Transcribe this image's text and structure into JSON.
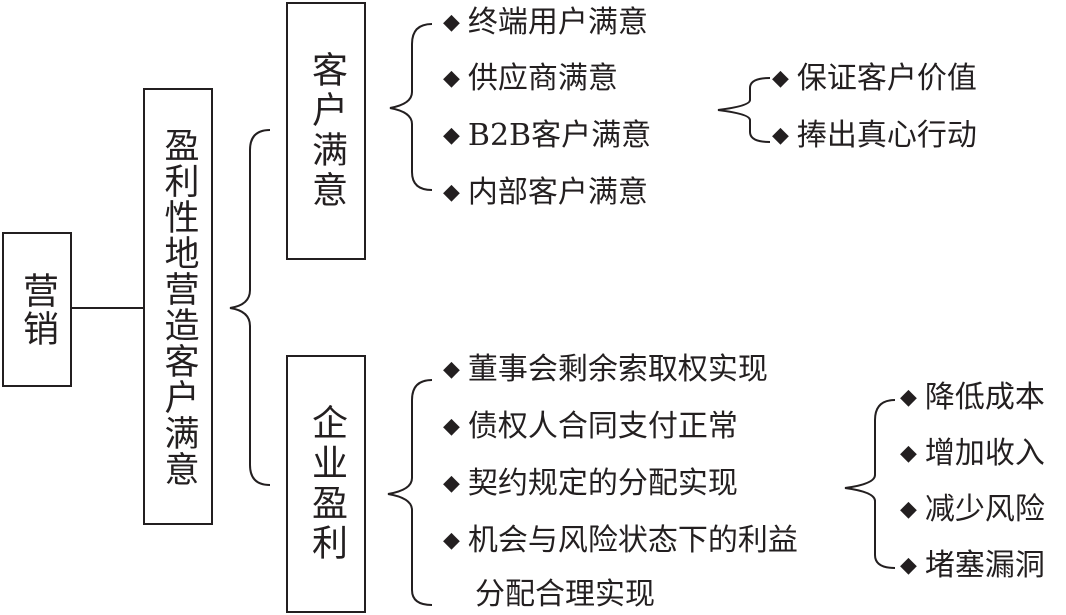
{
  "root": {
    "label": "营销"
  },
  "middle": {
    "label": "盈利性地营造客户满意"
  },
  "branches": [
    {
      "label": "客户满意",
      "items": [
        "终端用户满意",
        "供应商满意",
        "B2B客户满意",
        "内部客户满意"
      ],
      "sub_items": [
        "保证客户价值",
        "捧出真心行动"
      ]
    },
    {
      "label": "企业盈利",
      "items": [
        "董事会剩余索取权实现",
        "债权人合同支付正常",
        "契约规定的分配实现",
        "机会与风险状态下的利益"
      ],
      "items_continuation": "分配合理实现",
      "sub_items": [
        "降低成本",
        "增加收入",
        "减少风险",
        "堵塞漏洞"
      ]
    }
  ],
  "bullet_symbol": "◆",
  "colors": {
    "line": "#231f20",
    "text": "#231f20",
    "background": "#ffffff"
  }
}
